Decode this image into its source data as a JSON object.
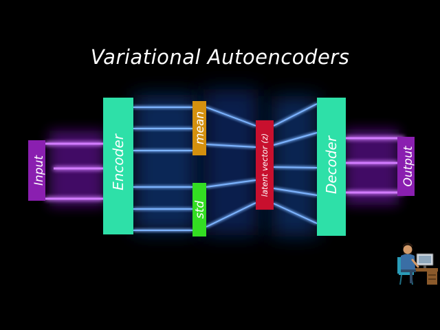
{
  "title": "Variational Autoencoders",
  "blocks": {
    "input": "Input",
    "encoder": "Encoder",
    "mean": "mean",
    "std": "std",
    "latent": "latent vector (z)",
    "decoder": "Decoder",
    "output": "Output"
  },
  "colors": {
    "background": "#000000",
    "input_output": "#8a1fb0",
    "encoder_decoder": "#2ee0a8",
    "mean": "#d4900e",
    "std": "#33dd22",
    "latent": "#c8102e",
    "purple_glow": "#cc44ff",
    "blue_glow": "#3f8cff"
  },
  "icons": {
    "corner": "person-at-computer-icon"
  }
}
